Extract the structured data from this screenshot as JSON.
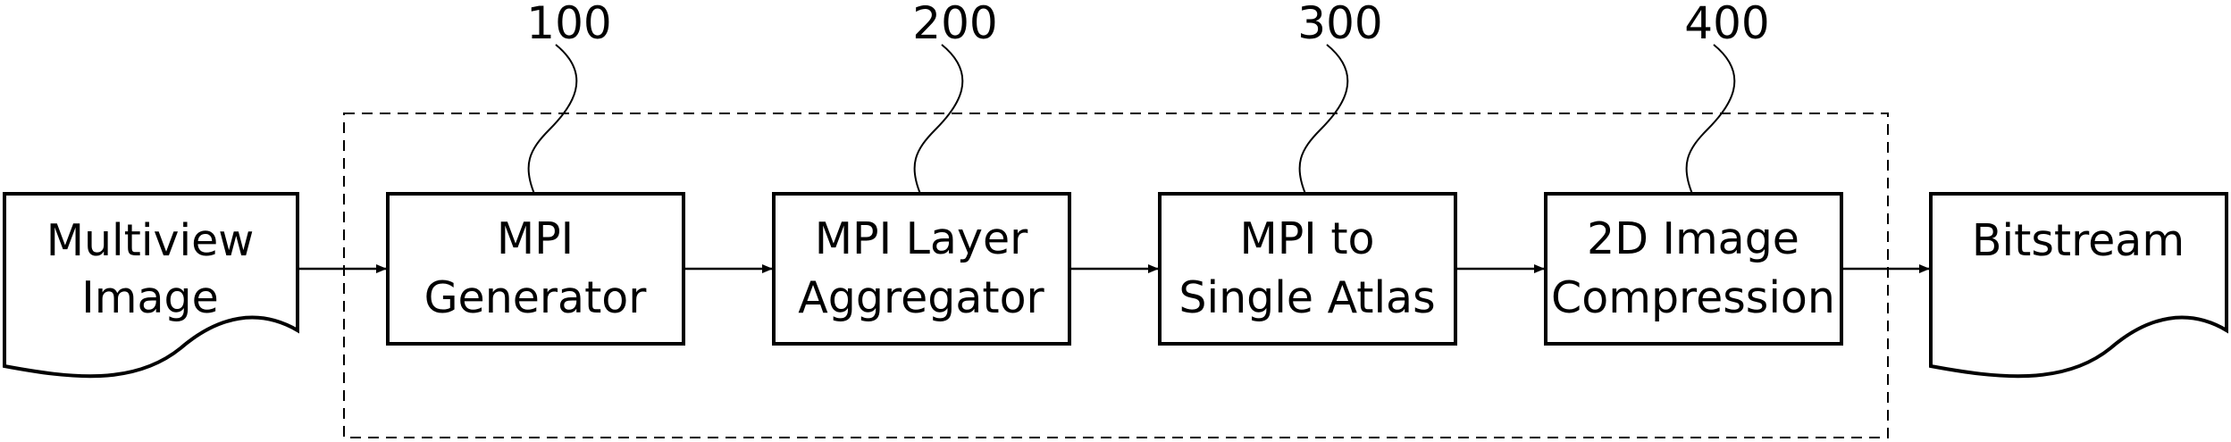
{
  "diagram": {
    "colors": {
      "stroke": "#000000",
      "background": "#ffffff"
    },
    "input": {
      "lines": [
        "Multiview",
        "Image"
      ]
    },
    "output": {
      "lines": [
        "Bitstream"
      ]
    },
    "blocks": [
      {
        "ref": "100",
        "lines": [
          "MPI",
          "Generator"
        ]
      },
      {
        "ref": "200",
        "lines": [
          "MPI Layer",
          "Aggregator"
        ]
      },
      {
        "ref": "300",
        "lines": [
          "MPI to",
          "Single Atlas"
        ]
      },
      {
        "ref": "400",
        "lines": [
          "2D Image",
          "Compression"
        ]
      }
    ]
  }
}
